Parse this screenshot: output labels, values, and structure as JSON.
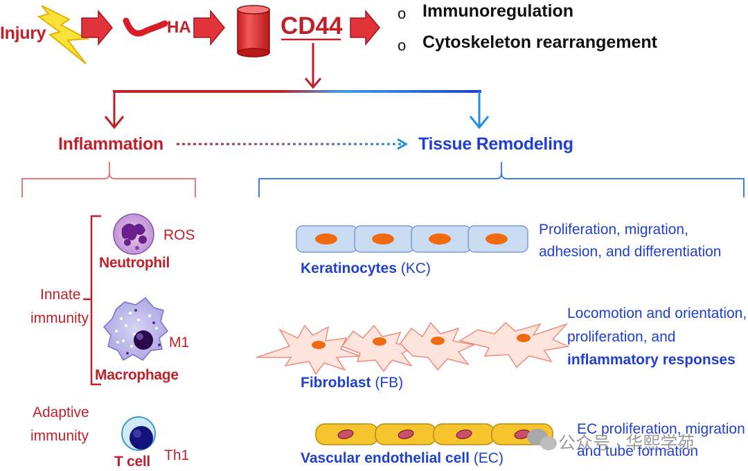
{
  "header": {
    "injury": "Injury",
    "ha": "HA",
    "cd44": "CD44",
    "effects": [
      "Immunoregulation",
      "Cytoskeleton rearrangement"
    ],
    "bullet": "o"
  },
  "branches": {
    "inflammation": "Inflammation",
    "tissue_remodeling": "Tissue Remodeling"
  },
  "immunity": {
    "innate_label": [
      "Innate",
      "immunity"
    ],
    "adaptive_label": [
      "Adaptive",
      "immunity"
    ],
    "neutrophil": {
      "name": "Neutrophil",
      "tag": "ROS"
    },
    "macrophage": {
      "name": "Macrophage",
      "tag": "M1"
    },
    "tcell": {
      "name": "T cell",
      "tag": "Th1"
    }
  },
  "remodeling": {
    "keratinocytes": {
      "name": "Keratinocytes",
      "abbr": "(KC)",
      "desc": [
        "Proliferation, migration,",
        "adhesion, and differentiation"
      ]
    },
    "fibroblast": {
      "name": "Fibroblast",
      "abbr": "(FB)",
      "desc": [
        "Locomotion and orientation,",
        "proliferation, and",
        "inflammatory responses"
      ]
    },
    "endothelial": {
      "name": "Vascular endothelial cell",
      "abbr": "(EC)",
      "desc": [
        "EC proliferation, migration",
        "and tube formation"
      ]
    }
  },
  "watermark": "公众号 · 华熙学苑",
  "colors": {
    "red": "#c0202a",
    "blue": "#1f3fd0",
    "keratinocyte_fill": "#c9dcf2",
    "nucleus": "#f26a10",
    "fibroblast_fill": "#fde4dd",
    "endothelial_fill": "#f6c42c"
  }
}
